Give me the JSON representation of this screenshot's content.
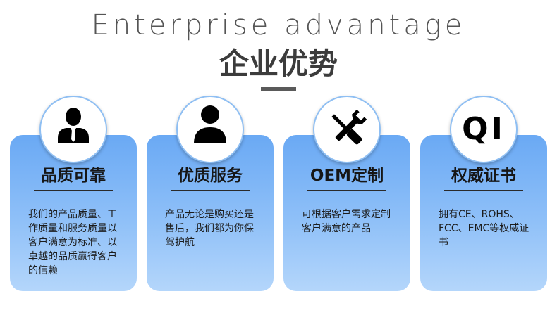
{
  "header": {
    "title_en": "Enterprise advantage",
    "title_cn": "企业优势"
  },
  "cards": [
    {
      "title": "品质可靠",
      "text": "我们的产品质量、工作质量和服务质量以客户满意为标准、以卓越的品质赢得客户的信赖",
      "icon": "businessman-icon"
    },
    {
      "title": "优质服务",
      "text": "产品无论是购买还是售后，我们都为你保驾护航",
      "icon": "person-icon"
    },
    {
      "title": "OEM定制",
      "text": "可根据客户需求定制客户满意的产品",
      "icon": "wrench-screwdriver-icon"
    },
    {
      "title": "权威证书",
      "text": "拥有CE、ROHS、FCC、EMC等权威证书",
      "icon": "qi-text-icon",
      "icon_text": "QI"
    }
  ],
  "colors": {
    "card_top": "#6aa9f4",
    "card_bottom": "#b4d6fb",
    "circle_border": "#8fbff3"
  }
}
